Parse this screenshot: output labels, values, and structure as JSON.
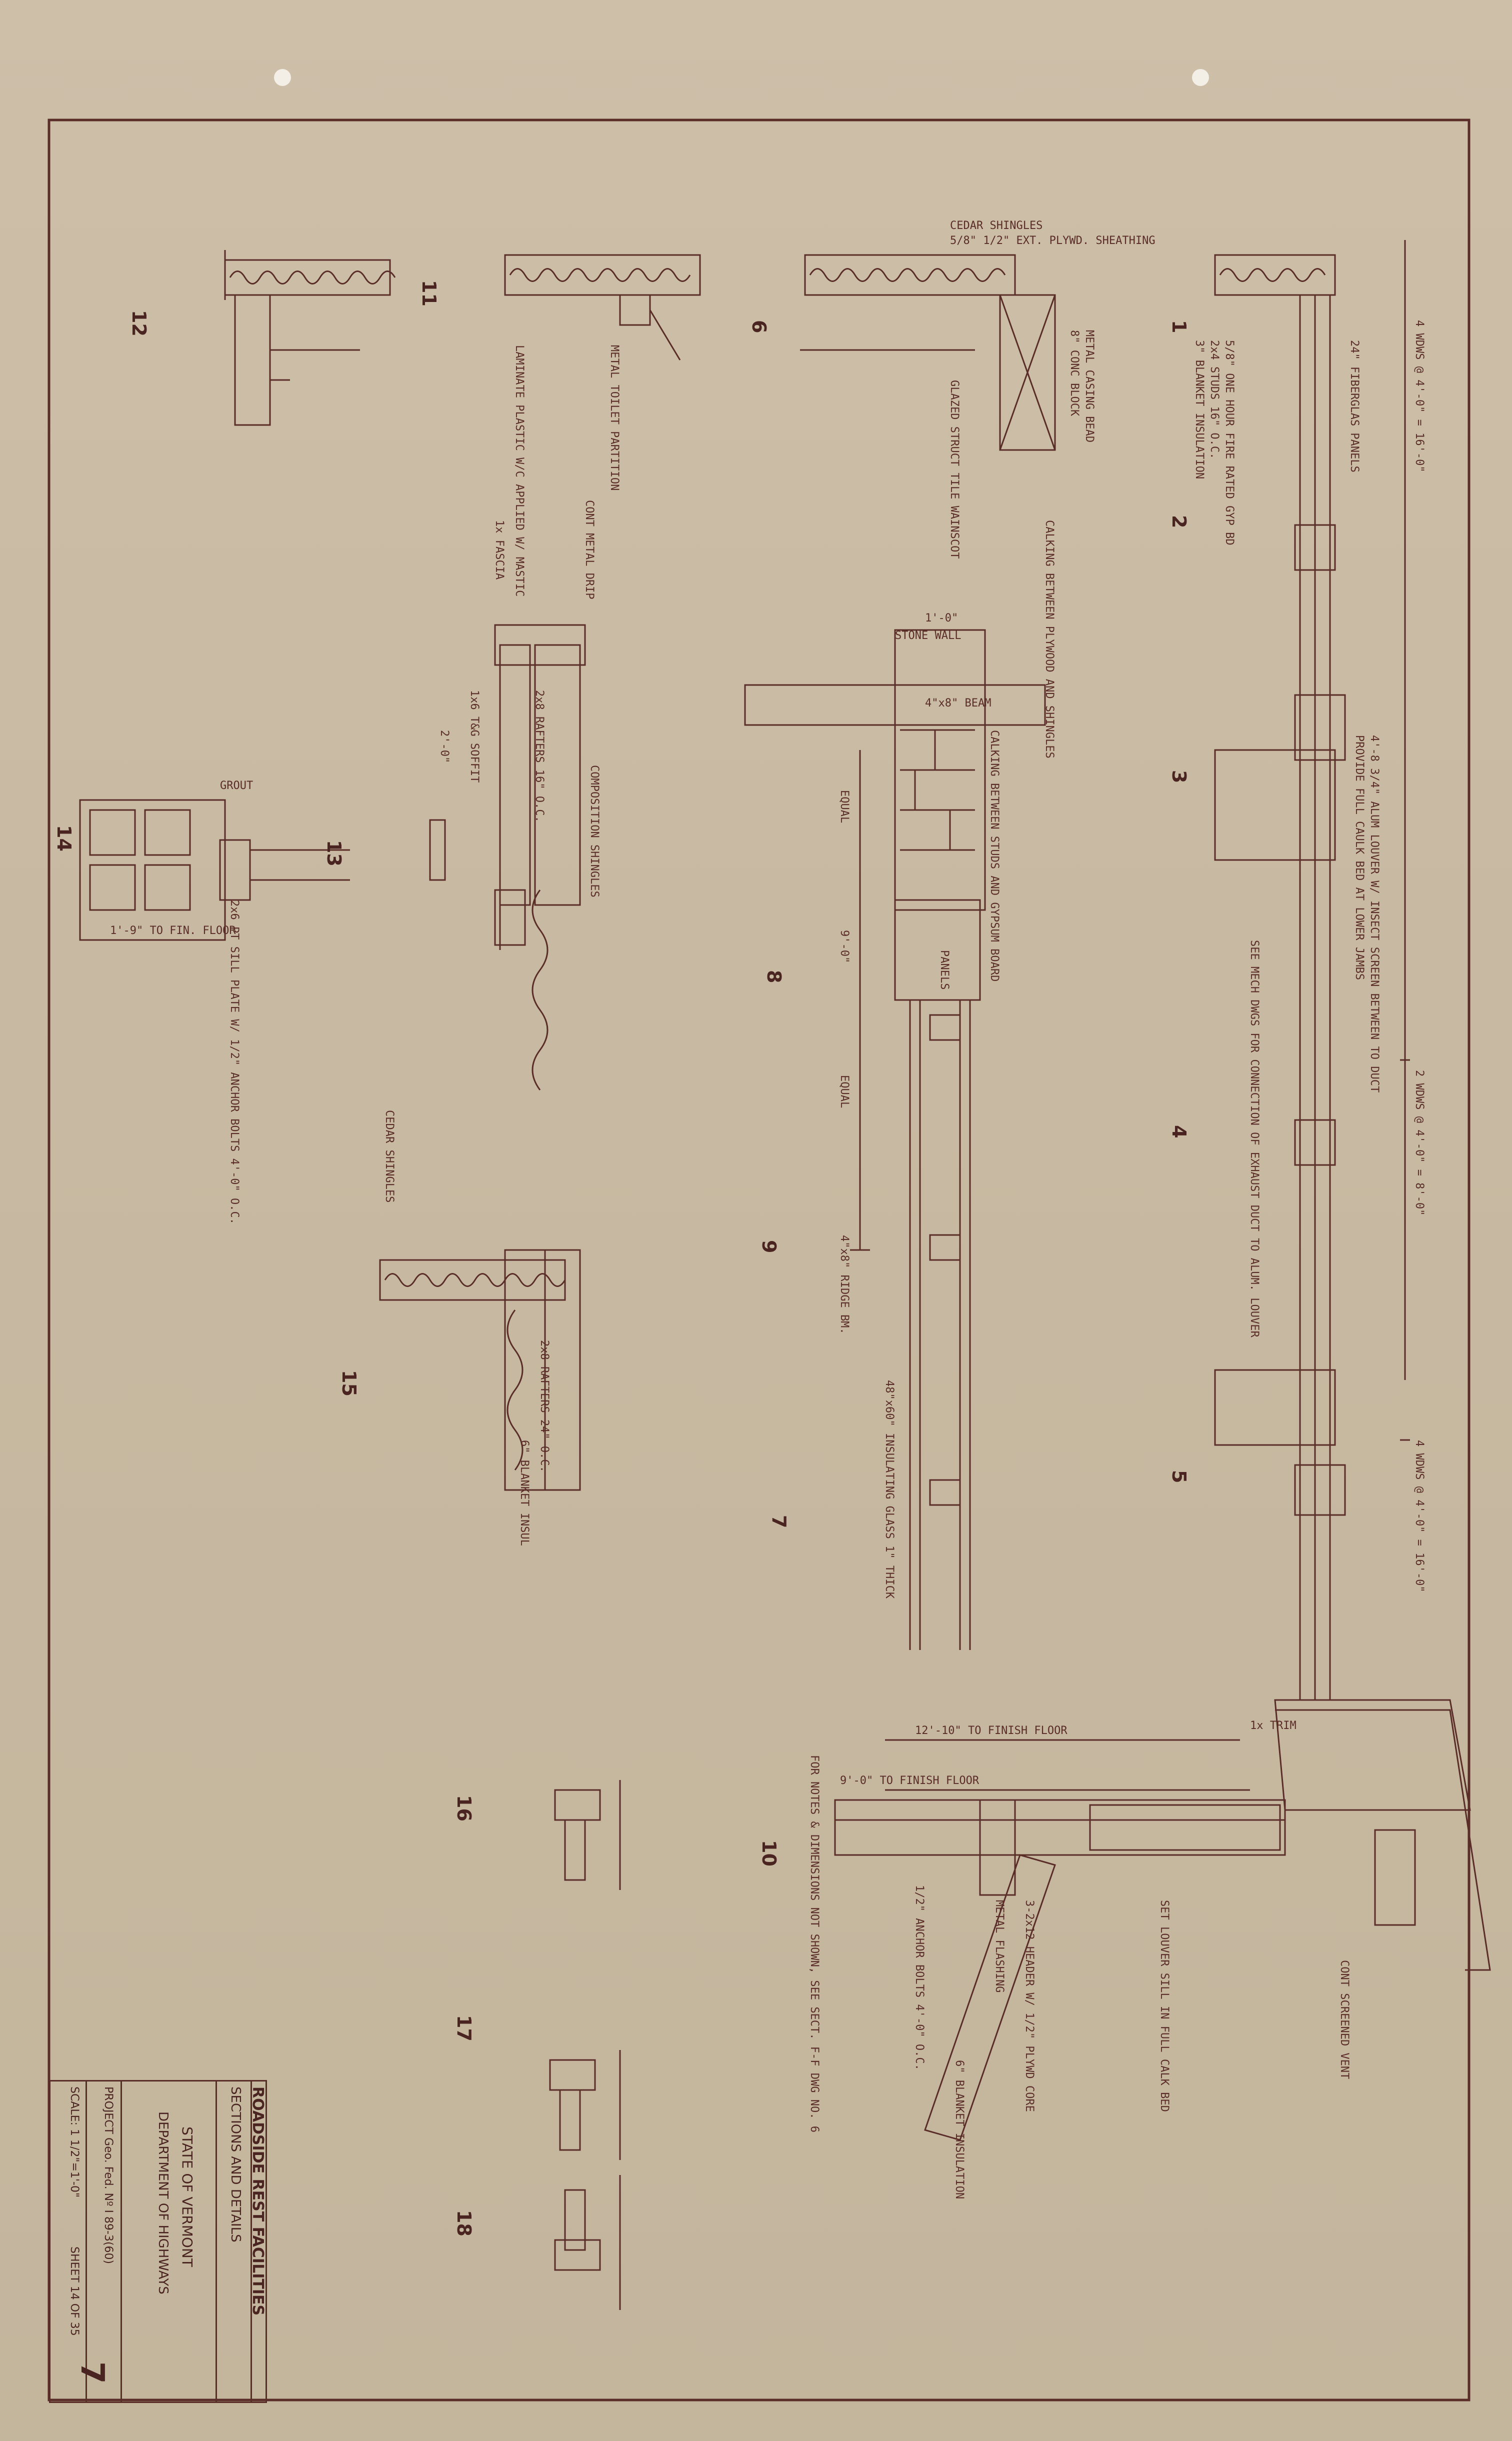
{
  "title_block": {
    "project": "ROADSIDE REST FACILITIES",
    "subtitle": "SECTIONS AND DETAILS",
    "agency_line1": "STATE OF VERMONT",
    "agency_line2": "DEPARTMENT OF HIGHWAYS",
    "project_no": "PROJECT Geo. Fed. Nº I 89-3(60)",
    "scale": "SCALE: 1 1/2\"=1'-0\"",
    "sheet": "SHEET 14 OF 35",
    "drawing_no": "7"
  },
  "detail_numbers": [
    "1",
    "2",
    "3",
    "4",
    "5",
    "6",
    "7",
    "8",
    "9",
    "10",
    "11",
    "12",
    "13",
    "14",
    "15",
    "16",
    "17",
    "18"
  ],
  "notes": {
    "cedar_shingles_top": "CEDAR SHINGLES",
    "ext_plywd_sheathing": "5/8\" 1/2\" EXT. PLYWD. SHEATHING",
    "wdws_1": "4 WDWS @ 4'-0\" = 16'-0\"",
    "wdws_2": "2 WDWS @ 4'-0\" = 8'-0\"",
    "wdws_3": "4 WDWS @ 4'-0\" = 16'-0\"",
    "fiberglas_panels": "24\" FIBERGLAS PANELS",
    "one_hour_fire": "5/8\" ONE HOUR FIRE RATED GYP BD",
    "studs": "2x4 STUDS 16\" O.C.",
    "blanket": "3\" BLANKET INSULATION",
    "alum_louver": "4'-8 3/4\" ALUM LOUVER W/ INSECT SCREEN BETWEEN TO DUCT",
    "caulk_bed": "PROVIDE FULL CAULK BED AT LOWER JAMBS",
    "see_mech": "SEE MECH DWGS FOR CONNECTION OF EXHAUST DUCT TO ALUM. LOUVER",
    "metal_casing": "METAL CASING BEAD",
    "conc_block": "8\" CONC BLOCK",
    "glazed_tile": "GLAZED STRUCT TILE WAINSCOT",
    "calking_plywood": "CALKING BETWEEN PLYWOOD AND SHINGLES",
    "stone_wall": "STONE WALL",
    "beam": "4\"x8\" BEAM",
    "calking_studs": "CALKING BETWEEN STUDS AND GYPSUM BOARD",
    "equal_1": "EQUAL",
    "equal_2": "EQUAL",
    "dim_9_0": "9'-0\"",
    "ridge": "4\"x8\" RIDGE BM.",
    "insulating_glass": "48\"x60\" INSULATING GLASS 1\" THICK",
    "panels": "PANELS",
    "metal_toilet": "METAL TOILET PARTITION",
    "laminate": "LAMINATE PLASTIC W/C APPLIED W/ MASTIC",
    "cont_metal_drip": "CONT METAL DRIP",
    "fascia": "1x FASCIA",
    "composition": "COMPOSITION SHINGLES",
    "rafters": "2x8 RAFTERS 16\" O.C.",
    "soffit": "1x6 T&G SOFFIT",
    "dim_2_0": "2'-0\"",
    "grout": "GROUT",
    "sill_plate": "2x6 PT SILL PLATE W/ 1/2\" ANCHOR BOLTS 4'-0\" O.C.",
    "fin_floor_14": "1'-9\" TO FIN. FLOOR",
    "cedar_shingles_15": "CEDAR SHINGLES",
    "rafters_24": "2x8 RAFTERS 24\" O.C.",
    "blanket_insul": "6\" BLANKET INSUL",
    "finish_floor_12_10": "12'-10\" TO FINISH FLOOR",
    "finish_floor_9_0": "9'-0\" TO FINISH FLOOR",
    "notes_not_shown": "FOR NOTES & DIMENSIONS NOT SHOWN, SEE SECT. F-F DWG NO. 6",
    "trim": "1x TRIM",
    "metal_flashing": "METAL FLASHING",
    "header": "3-2x12 HEADER W/ 1/2\" PLYWD CORE",
    "set_louver": "SET LOUVER SILL IN FULL CALK BED",
    "cont_screened_vent": "CONT SCREENED VENT",
    "blanket_insulation_10": "6\" BLANKET INSULATION",
    "anchor_bolts": "1/2\" ANCHOR BOLTS 4'-0\" O.C.",
    "stone_wall_detail": "1'-0\""
  }
}
